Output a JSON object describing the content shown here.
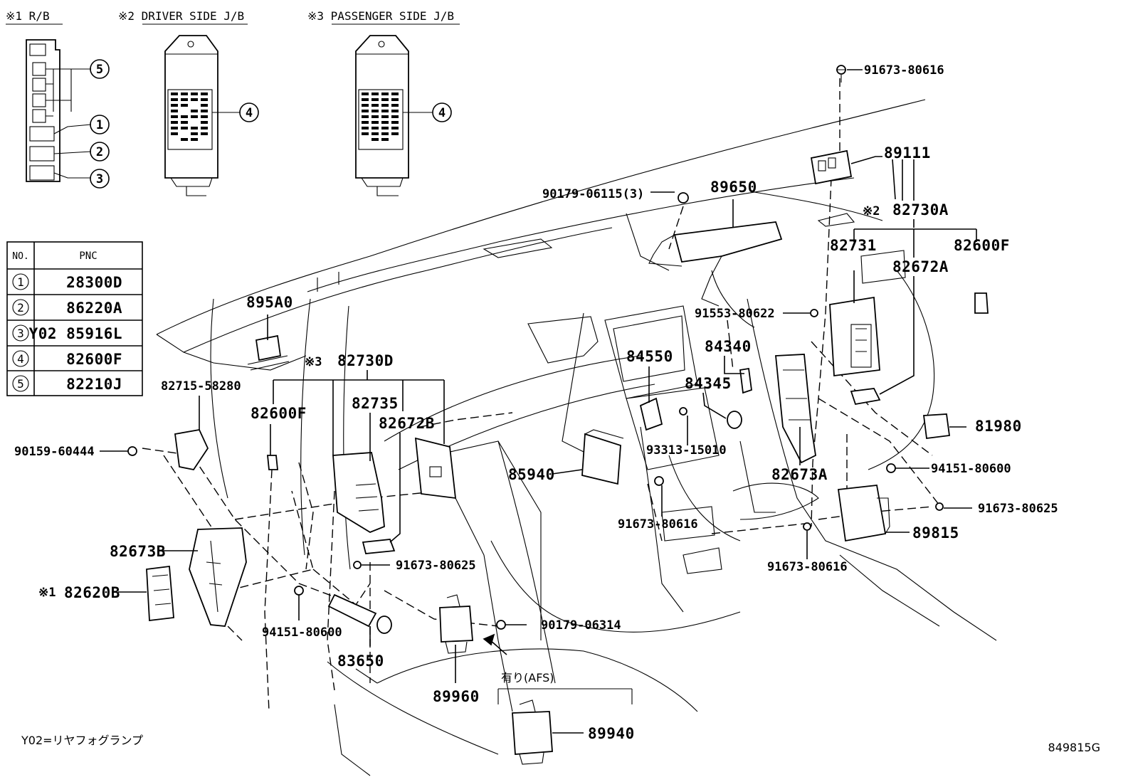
{
  "headers": {
    "rb": "※1 R/B",
    "driver_jb": "※2 DRIVER SIDE J/B",
    "passenger_jb": "※3 PASSENGER SIDE J/B"
  },
  "table": {
    "col_no": "NO.",
    "col_pnc": "PNC",
    "rows": [
      {
        "no": "1",
        "pnc": "28300D"
      },
      {
        "no": "2",
        "pnc": "86220A"
      },
      {
        "no": "3",
        "pnc": "Y02 85916L"
      },
      {
        "no": "4",
        "pnc": "82600F"
      },
      {
        "no": "5",
        "pnc": "82210J"
      }
    ]
  },
  "callouts": {
    "rb_1": "1",
    "rb_2": "2",
    "rb_3": "3",
    "rb_5": "5",
    "driver_4": "4",
    "passenger_4": "4"
  },
  "labels": {
    "p91673_80616_top": "91673-80616",
    "p89111": "89111",
    "p82730A": "82730A",
    "mark2": "※2",
    "p90179_06115": "90179-06115(3)",
    "p89650": "89650",
    "p82731": "82731",
    "p82600F_right": "82600F",
    "p82672A": "82672A",
    "p91553_80622": "91553-80622",
    "p84340": "84340",
    "p84550": "84550",
    "p84345": "84345",
    "p895A0": "895A0",
    "mark3": "※3",
    "p82730D": "82730D",
    "p82715_58280": "82715-58280",
    "p82735": "82735",
    "p82600F_left": "82600F",
    "p82672B": "82672B",
    "p90159_60444": "90159-60444",
    "p81980": "81980",
    "p93313_15010": "93313-15010",
    "p85940": "85940",
    "p94151_80600_right": "94151-80600",
    "p82673A": "82673A",
    "p91673_80616_mid": "91673-80616",
    "p91673_80625_right": "91673-80625",
    "p89815": "89815",
    "p82673B": "82673B",
    "p91673_80625_left": "91673-80625",
    "p91673_80616_bottom": "91673-80616",
    "mark1": "※1",
    "p82620B": "82620B",
    "p94151_80600_left": "94151-80600",
    "p90179_06314": "90179-06314",
    "p83650": "83650",
    "p89960": "89960",
    "afs_note": "有り(AFS)",
    "p89940": "89940"
  },
  "footer": {
    "y02_note": "Y02=リヤフォグランプ",
    "diagram_code": "849815G"
  }
}
